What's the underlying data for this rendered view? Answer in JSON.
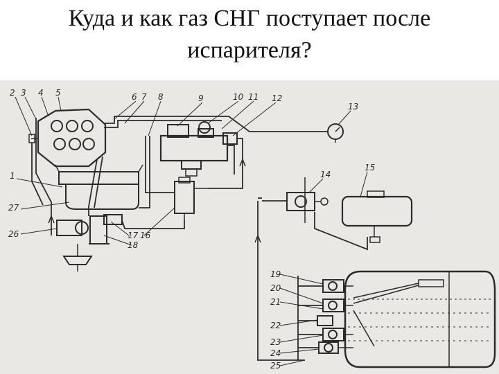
{
  "slide": {
    "title_line1": "Куда  и как газ СНГ поступает после",
    "title_line2": "испарителя?"
  },
  "diagram": {
    "callouts": [
      "2",
      "3",
      "4",
      "5",
      "6",
      "7",
      "8",
      "9",
      "10",
      "11",
      "12",
      "13",
      "14",
      "15",
      "1",
      "27",
      "26",
      "17",
      "16",
      "18",
      "19",
      "20",
      "21",
      "22",
      "23",
      "24",
      "25"
    ]
  },
  "colors": {
    "background": "#ffffff",
    "figure_bg": "#e9e8e5",
    "ink": "#2b2b2b"
  }
}
